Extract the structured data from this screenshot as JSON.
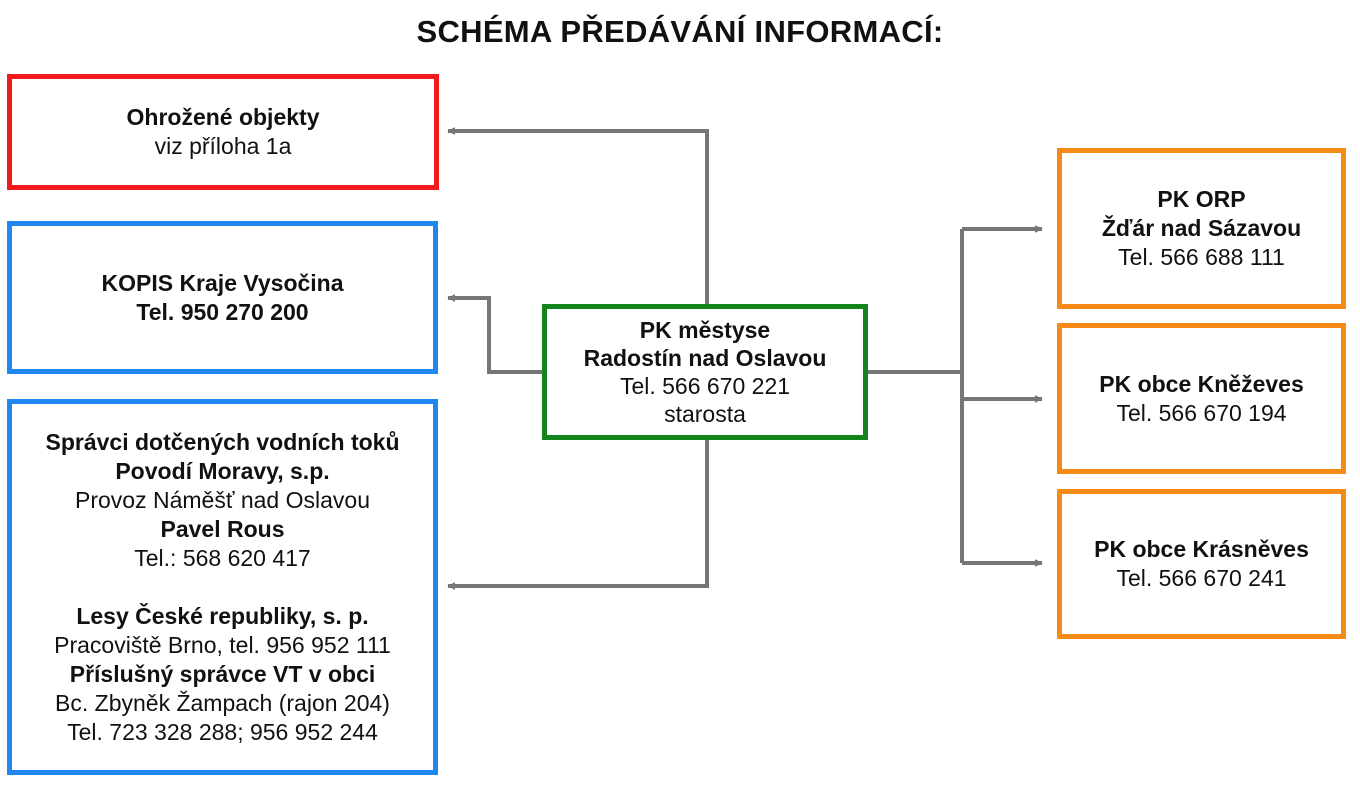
{
  "title": "SCHÉMA PŘEDÁVÁNÍ INFORMACÍ:",
  "colors": {
    "center": "#13831b",
    "red": "#f21b1b",
    "blue": "#1f86f2",
    "orange": "#f58a16",
    "connector": "#767676"
  },
  "center": {
    "line1": "PK městyse",
    "line2": "Radostín nad Oslavou",
    "line3": "Tel. 566 670 221",
    "line4": "starosta"
  },
  "threatened": {
    "line1": "Ohrožené objekty",
    "line2": "viz příloha 1a"
  },
  "kopis": {
    "line1": "KOPIS Kraje Vysočina",
    "line2": "Tel. 950 270 200"
  },
  "water": {
    "l1": "Správci dotčených vodních toků",
    "l2": "Povodí Moravy, s.p.",
    "l3": "Provoz Náměšť nad Oslavou",
    "l4": "Pavel Rous",
    "l5": "Tel.: 568 620 417",
    "l6": "Lesy České republiky, s. p.",
    "l7": "Pracoviště Brno, tel. 956 952 111",
    "l8": "Příslušný správce VT v obci",
    "l9": "Bc. Zbyněk Žampach (rajon 204)",
    "l10": "Tel. 723 328 288; 956 952 244"
  },
  "orp": {
    "line1": "PK ORP",
    "line2": "Žďár nad Sázavou",
    "line3": "Tel. 566 688 111"
  },
  "knezeves": {
    "line1": "PK obce Kněževes",
    "line2": "Tel. 566 670 194"
  },
  "krasneves": {
    "line1": "PK obce Krásněves",
    "line2": "Tel. 566 670 241"
  }
}
